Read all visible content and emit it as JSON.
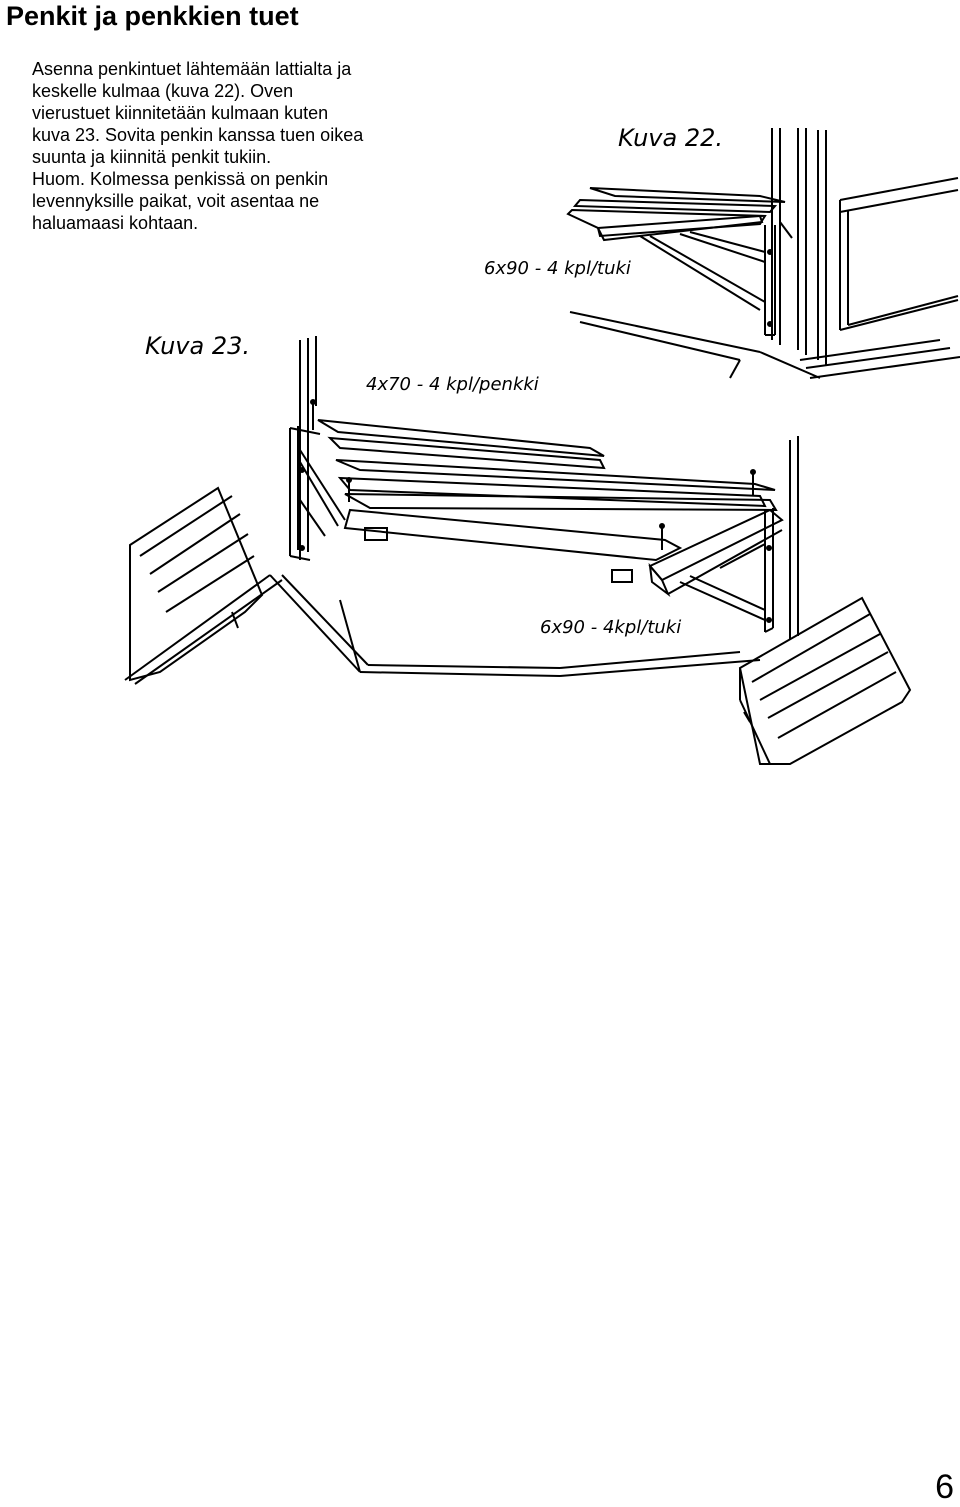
{
  "heading": "Penkit ja penkkien tuet",
  "paragraph_lines": [
    "Asenna penkintuet lähtemään lattialta ja",
    "keskelle kulmaa (kuva 22). Oven",
    "vierustuet kiinnitetään kulmaan kuten",
    "kuva 23. Sovita penkin kanssa tuen oikea",
    "suunta ja kiinnitä penkit tukiin.",
    "Huom. Kolmessa penkissä on penkin",
    "levennyksille paikat, voit asentaa ne",
    "haluamaasi kohtaan."
  ],
  "figure_22": {
    "caption": "Kuva 22.",
    "label": "6x90 - 4 kpl/tuki"
  },
  "figure_23": {
    "caption": "Kuva  23.",
    "label_top": "4x70 - 4 kpl/penkki",
    "label_bottom": "6x90 -  4kpl/tuki"
  },
  "page_number": "6"
}
